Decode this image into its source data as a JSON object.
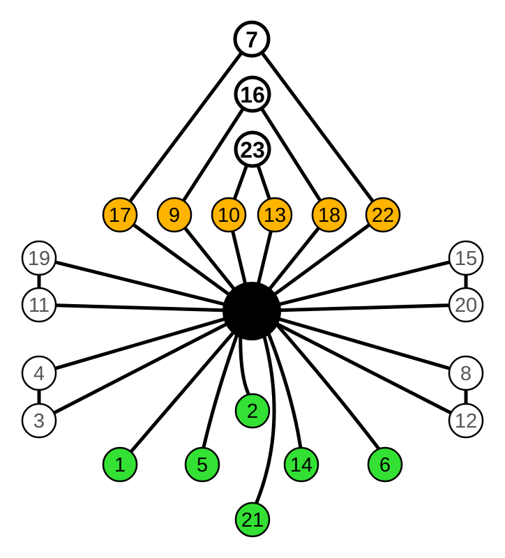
{
  "diagram": {
    "colors": {
      "hub": "#000000",
      "top": "#ffffff",
      "orange": "#ffb400",
      "white": "#ffffff",
      "green": "#33e033",
      "edge": "#000000",
      "label_dark": "#000000",
      "label_grey": "#555555"
    },
    "nodes": [
      {
        "id": "7",
        "label": "7",
        "group": "top"
      },
      {
        "id": "16",
        "label": "16",
        "group": "top"
      },
      {
        "id": "23",
        "label": "23",
        "group": "top"
      },
      {
        "id": "17",
        "label": "17",
        "group": "orange"
      },
      {
        "id": "9",
        "label": "9",
        "group": "orange"
      },
      {
        "id": "10",
        "label": "10",
        "group": "orange"
      },
      {
        "id": "13",
        "label": "13",
        "group": "orange"
      },
      {
        "id": "18",
        "label": "18",
        "group": "orange"
      },
      {
        "id": "22",
        "label": "22",
        "group": "orange"
      },
      {
        "id": "19",
        "label": "19",
        "group": "white"
      },
      {
        "id": "11",
        "label": "11",
        "group": "white"
      },
      {
        "id": "4",
        "label": "4",
        "group": "white"
      },
      {
        "id": "3",
        "label": "3",
        "group": "white"
      },
      {
        "id": "15",
        "label": "15",
        "group": "white"
      },
      {
        "id": "20",
        "label": "20",
        "group": "white"
      },
      {
        "id": "8",
        "label": "8",
        "group": "white"
      },
      {
        "id": "12",
        "label": "12",
        "group": "white"
      },
      {
        "id": "2",
        "label": "2",
        "group": "green"
      },
      {
        "id": "1",
        "label": "1",
        "group": "green"
      },
      {
        "id": "5",
        "label": "5",
        "group": "green"
      },
      {
        "id": "14",
        "label": "14",
        "group": "green"
      },
      {
        "id": "6",
        "label": "6",
        "group": "green"
      },
      {
        "id": "21",
        "label": "21",
        "group": "green"
      }
    ],
    "edges": [
      [
        "7",
        "17"
      ],
      [
        "7",
        "22"
      ],
      [
        "16",
        "9"
      ],
      [
        "16",
        "18"
      ],
      [
        "23",
        "10"
      ],
      [
        "23",
        "13"
      ],
      [
        "hub",
        "17"
      ],
      [
        "hub",
        "9"
      ],
      [
        "hub",
        "10"
      ],
      [
        "hub",
        "13"
      ],
      [
        "hub",
        "18"
      ],
      [
        "hub",
        "22"
      ],
      [
        "hub",
        "19"
      ],
      [
        "hub",
        "11"
      ],
      [
        "hub",
        "4"
      ],
      [
        "hub",
        "3"
      ],
      [
        "hub",
        "15"
      ],
      [
        "hub",
        "20"
      ],
      [
        "hub",
        "8"
      ],
      [
        "hub",
        "12"
      ],
      [
        "hub",
        "1"
      ],
      [
        "hub",
        "5"
      ],
      [
        "hub",
        "2"
      ],
      [
        "hub",
        "21"
      ],
      [
        "hub",
        "14"
      ],
      [
        "hub",
        "6"
      ],
      [
        "19",
        "11"
      ],
      [
        "4",
        "3"
      ],
      [
        "15",
        "20"
      ],
      [
        "8",
        "12"
      ]
    ]
  }
}
